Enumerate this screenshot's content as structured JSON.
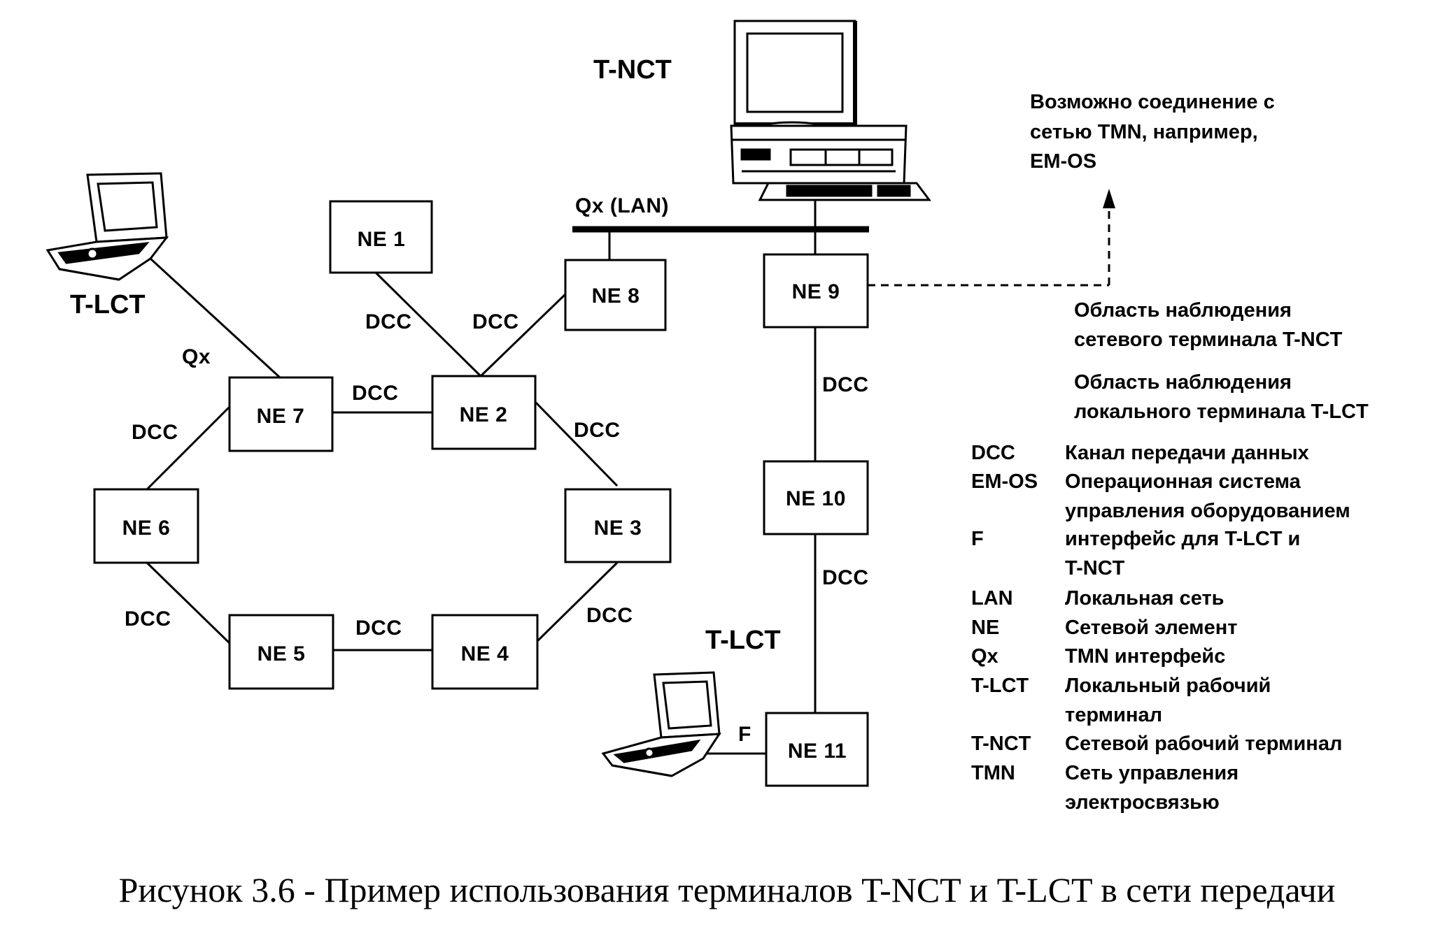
{
  "nodes": {
    "ne1": "NE 1",
    "ne2": "NE 2",
    "ne3": "NE 3",
    "ne4": "NE 4",
    "ne5": "NE 5",
    "ne6": "NE 6",
    "ne7": "NE 7",
    "ne8": "NE 8",
    "ne9": "NE 9",
    "ne10": "NE 10",
    "ne11": "NE 11"
  },
  "terminals": {
    "tnct": "T-NCT",
    "tlct_left": "T-LCT",
    "tlct_bottom": "T-LCT"
  },
  "links": {
    "dcc": "DCC",
    "qx": "Qx",
    "qx_lan": "Qx (LAN)",
    "f": "F"
  },
  "notes": {
    "tmn_connection": [
      "Возможно соединение с",
      "сетью TMN, например,",
      "EM-OS"
    ],
    "tnct_area": [
      "Область наблюдения",
      "сетевого терминала T-NCT"
    ],
    "tlct_area": [
      "Область наблюдения",
      "локального терминала T-LCT"
    ]
  },
  "legend": [
    {
      "abbr": "DCC",
      "lines": [
        "Канал передачи данных"
      ]
    },
    {
      "abbr": "EM-OS",
      "lines": [
        "Операционная система",
        "управления оборудованием"
      ]
    },
    {
      "abbr": "F",
      "lines": [
        "интерфейс для T-LCT и",
        "T-NCT"
      ]
    },
    {
      "abbr": "LAN",
      "lines": [
        "Локальная сеть"
      ]
    },
    {
      "abbr": "NE",
      "lines": [
        "Сетевой элемент"
      ]
    },
    {
      "abbr": "Qx",
      "lines": [
        "TMN интерфейс"
      ]
    },
    {
      "abbr": "T-LCT",
      "lines": [
        "Локальный рабочий",
        "терминал"
      ]
    },
    {
      "abbr": "T-NCT",
      "lines": [
        "Сетевой рабочий терминал"
      ]
    },
    {
      "abbr": "TMN",
      "lines": [
        "Сеть управления",
        "электросвязью"
      ]
    }
  ],
  "caption": "Рисунок 3.6 - Пример использования терминалов T-NCT и T-LCT в сети передачи"
}
